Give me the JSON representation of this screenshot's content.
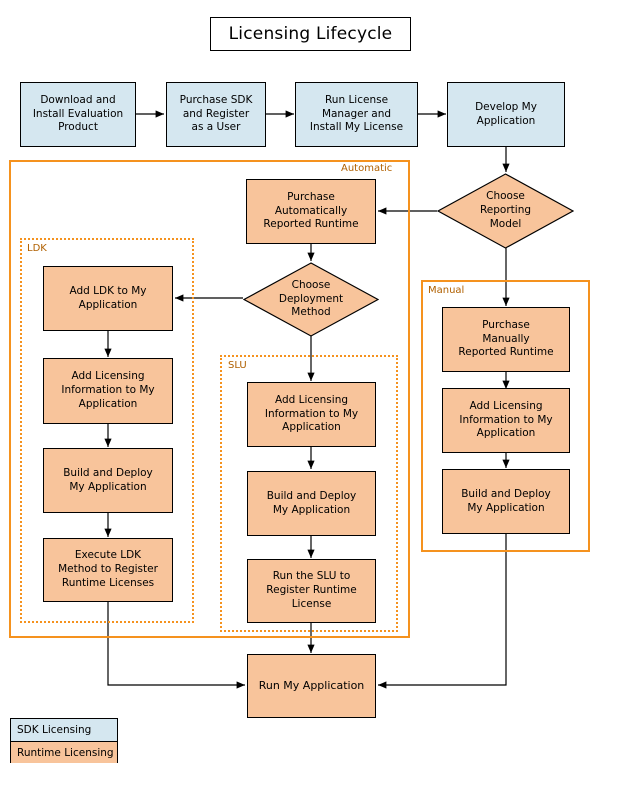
{
  "title": {
    "text": "Licensing Lifecycle"
  },
  "legend": {
    "sdk_label": "SDK Licensing",
    "runtime_label": "Runtime Licensing",
    "sdk_color": "#d5e7f0",
    "runtime_color": "#f8c49b"
  },
  "colors": {
    "sdk_fill": "#d5e7f0",
    "runtime_fill": "#f8c49b",
    "group_border": "#f5921e",
    "group_label": "#b06000",
    "node_border": "#000000",
    "connector": "#000000",
    "background": "#ffffff"
  },
  "groups": [
    {
      "id": "automatic",
      "label": "Automatic",
      "style": "solid"
    },
    {
      "id": "ldk",
      "label": "LDK",
      "style": "dotted"
    },
    {
      "id": "slu",
      "label": "SLU",
      "style": "dotted"
    },
    {
      "id": "manual",
      "label": "Manual",
      "style": "solid"
    }
  ],
  "nodes": {
    "download_install": "Download and\nInstall Evaluation\nProduct",
    "purchase_sdk": "Purchase SDK\nand Register\nas a User",
    "run_license_manager": "Run License\nManager and\nInstall My License",
    "develop_app": "Develop My\nApplication",
    "choose_reporting_model": "Choose\nReporting\nModel",
    "purchase_auto_runtime": "Purchase\nAutomatically\nReported Runtime",
    "choose_deployment_method": "Choose\nDeployment\nMethod",
    "add_ldk": "Add LDK to My\nApplication",
    "ldk_add_licensing_info": "Add Licensing\nInformation to My\nApplication",
    "ldk_build_deploy": "Build and Deploy\nMy Application",
    "ldk_execute_method": "Execute LDK\nMethod to Register\nRuntime Licenses",
    "slu_add_licensing_info": "Add Licensing\nInformation to My\nApplication",
    "slu_build_deploy": "Build and Deploy\nMy Application",
    "slu_run_register": "Run the SLU to\nRegister Runtime\nLicense",
    "purchase_manual_runtime": "Purchase\nManually\nReported Runtime",
    "manual_add_licensing_info": "Add Licensing\nInformation to My\nApplication",
    "manual_build_deploy": "Build and Deploy\nMy Application",
    "run_my_application": "Run My Application"
  },
  "chart_data": {
    "type": "diagram",
    "title": "Licensing Lifecycle",
    "node_shapes": {
      "choose_reporting_model": "diamond",
      "choose_deployment_method": "diamond",
      "others": "rectangle"
    },
    "edges": [
      {
        "from": "download_install",
        "to": "purchase_sdk"
      },
      {
        "from": "purchase_sdk",
        "to": "run_license_manager"
      },
      {
        "from": "run_license_manager",
        "to": "develop_app"
      },
      {
        "from": "develop_app",
        "to": "choose_reporting_model"
      },
      {
        "from": "choose_reporting_model",
        "to": "purchase_auto_runtime"
      },
      {
        "from": "choose_reporting_model",
        "to": "purchase_manual_runtime"
      },
      {
        "from": "purchase_auto_runtime",
        "to": "choose_deployment_method"
      },
      {
        "from": "choose_deployment_method",
        "to": "add_ldk"
      },
      {
        "from": "choose_deployment_method",
        "to": "slu_add_licensing_info"
      },
      {
        "from": "add_ldk",
        "to": "ldk_add_licensing_info"
      },
      {
        "from": "ldk_add_licensing_info",
        "to": "ldk_build_deploy"
      },
      {
        "from": "ldk_build_deploy",
        "to": "ldk_execute_method"
      },
      {
        "from": "ldk_execute_method",
        "to": "run_my_application"
      },
      {
        "from": "slu_add_licensing_info",
        "to": "slu_build_deploy"
      },
      {
        "from": "slu_build_deploy",
        "to": "slu_run_register"
      },
      {
        "from": "slu_run_register",
        "to": "run_my_application"
      },
      {
        "from": "purchase_manual_runtime",
        "to": "manual_add_licensing_info"
      },
      {
        "from": "manual_add_licensing_info",
        "to": "manual_build_deploy"
      },
      {
        "from": "manual_build_deploy",
        "to": "run_my_application"
      }
    ]
  }
}
